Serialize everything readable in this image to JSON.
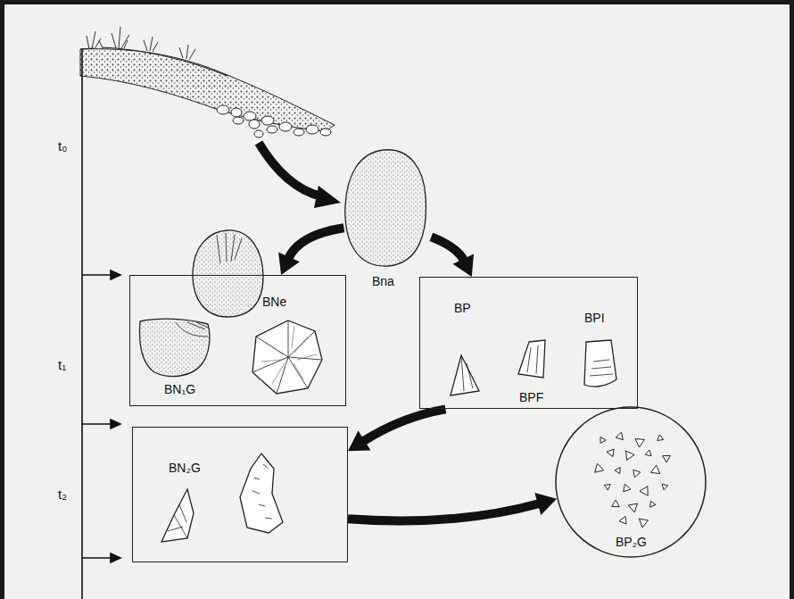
{
  "diagram": {
    "nodes": [
      {
        "text": [
          "Bna"
        ]
      },
      {
        "text": [
          "BNe",
          "BN₁G"
        ]
      },
      {
        "text": [
          "BP",
          "BPF",
          "BPI"
        ]
      },
      {
        "text": [
          "BN₂G"
        ]
      },
      {
        "text": [
          "BP₂G"
        ]
      }
    ],
    "edges": [
      {
        "from": 0,
        "to": 1,
        "arrow": "to"
      },
      {
        "from": 0,
        "to": 2,
        "arrow": "to"
      },
      {
        "from": 2,
        "to": 3,
        "arrow": "to"
      },
      {
        "from": 3,
        "to": 4,
        "arrow": "to"
      }
    ],
    "labels": [
      "t₀",
      "t₁",
      "t₂"
    ]
  }
}
